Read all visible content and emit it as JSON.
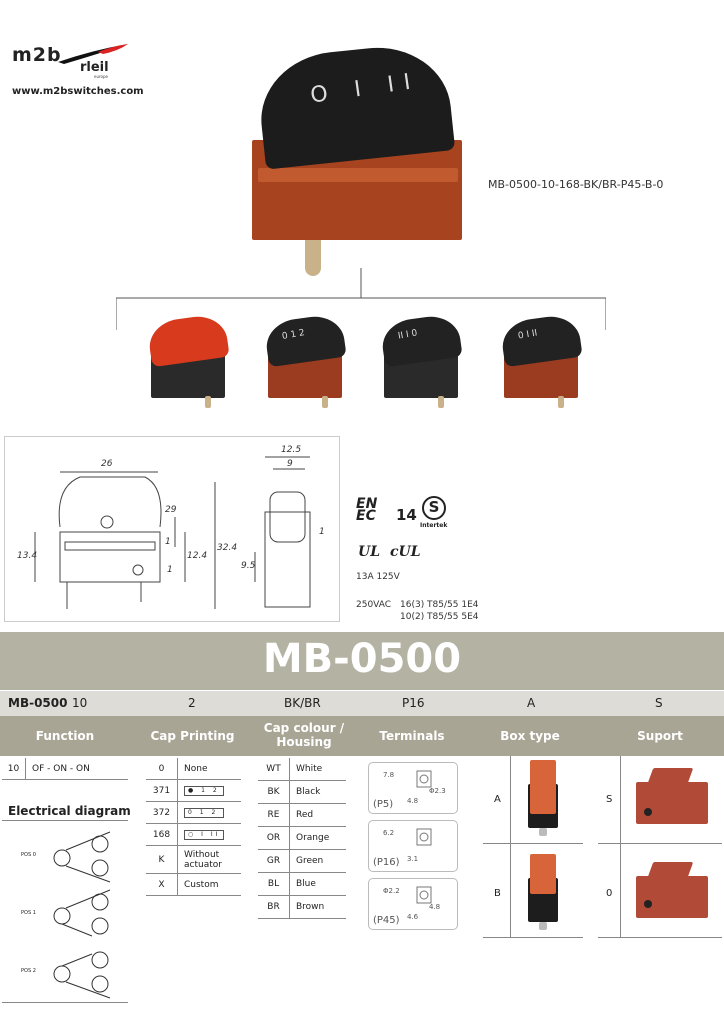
{
  "brand": {
    "logo_main": "m2b",
    "logo_sub": "rleil",
    "logo_tag": "europe",
    "website": "www.m2bswitches.com"
  },
  "product": {
    "model_code": "MB-0500-10-168-BK/BR-P45-B-0",
    "cap_marks": "O I II"
  },
  "variants": [
    {
      "cap": "#d83a1e",
      "housing": "#2a2a2a",
      "print": ""
    },
    {
      "cap": "#222",
      "housing": "#9b3b20",
      "print": "0 1 2"
    },
    {
      "cap": "#222",
      "housing": "#2a2a2a",
      "print": "II I 0"
    },
    {
      "cap": "#222",
      "housing": "#9b3b20",
      "print": "0 I II"
    }
  ],
  "drawing": {
    "dims": [
      "26",
      "29",
      "13.4",
      "1",
      "12.4",
      "32.4",
      "1",
      "12.5",
      "9",
      "1",
      "9.5"
    ]
  },
  "certifications": {
    "enec": "14",
    "intertek": "Intertek",
    "ul": "UL",
    "cul": "cUL"
  },
  "ratings": {
    "line1": "13A 125V",
    "line2_label": "250VAC",
    "line2a": "16(3) T85/55 1E4",
    "line2b": "10(2) T85/55 5E4"
  },
  "series_title": "MB-0500",
  "code_row": {
    "series": "MB-0500",
    "function": "10",
    "cap_printing": "2",
    "colour": "BK/BR",
    "terminals": "P16",
    "box": "A",
    "support": "S"
  },
  "headers": {
    "function": "Function",
    "cap_printing": "Cap Printing",
    "cap_colour": "Cap colour / Housing",
    "terminals": "Terminals",
    "box_type": "Box type",
    "support": "Suport"
  },
  "functions": [
    {
      "code": "10",
      "label": "OF - ON - ON"
    }
  ],
  "electrical_diagram": {
    "title": "Electrical diagram",
    "positions": [
      "POS 0",
      "POS 1",
      "POS 2"
    ]
  },
  "cap_printing": [
    {
      "code": "0",
      "label": "None"
    },
    {
      "code": "371",
      "label": "● 1 2"
    },
    {
      "code": "372",
      "label": "0 1 2"
    },
    {
      "code": "168",
      "label": "○ I II"
    },
    {
      "code": "K",
      "label": "Without actuator"
    },
    {
      "code": "X",
      "label": "Custom"
    }
  ],
  "colours": [
    {
      "code": "WT",
      "label": "White"
    },
    {
      "code": "BK",
      "label": "Black"
    },
    {
      "code": "RE",
      "label": "Red"
    },
    {
      "code": "OR",
      "label": "Orange"
    },
    {
      "code": "GR",
      "label": "Green"
    },
    {
      "code": "BL",
      "label": "Blue"
    },
    {
      "code": "BR",
      "label": "Brown"
    }
  ],
  "terminals": [
    {
      "label": "(P5)",
      "dims": [
        "7.8",
        "4.8",
        "Φ2.3"
      ]
    },
    {
      "label": "(P16)",
      "dims": [
        "6.2",
        "3.1"
      ]
    },
    {
      "label": "(P45)",
      "dims": [
        "Φ2.2",
        "4.6",
        "4.8"
      ]
    }
  ],
  "box_types": [
    "A",
    "B"
  ],
  "supports": [
    "S",
    "0"
  ],
  "colors": {
    "band": "#b4b2a3",
    "header": "#a8a595",
    "housing_brown": "#9b3b20"
  }
}
